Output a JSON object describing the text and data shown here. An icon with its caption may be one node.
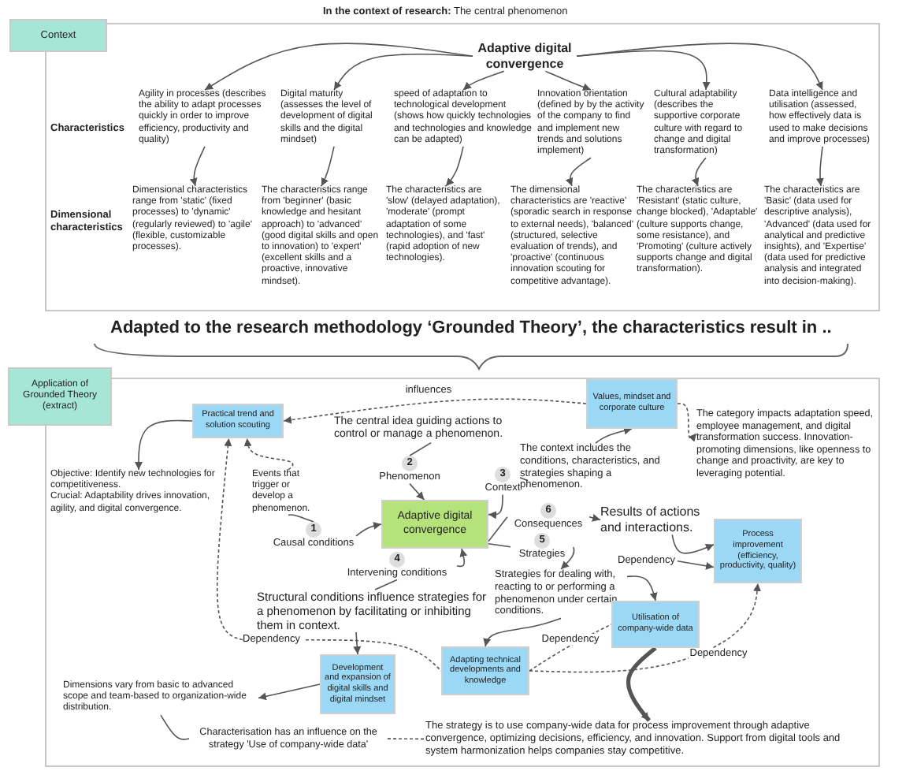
{
  "diagram": {
    "nodes": [
      {
        "text": [
          "Context"
        ]
      },
      {
        "text": [
          "Adaptive digital convergence"
        ]
      },
      {
        "text": [
          "Agility in processes (describes the ability to adapt processes quickly in order to improve efficiency, productivity and quality)"
        ]
      },
      {
        "text": [
          "Digital maturity (assesses the level of development of digital skills and the digital mindset)"
        ]
      },
      {
        "text": [
          "speed of adaptation to technological development (shows how quickly technologies and technologies and knowledge can be adapted)"
        ]
      },
      {
        "text": [
          "Innovation orientation (defined by by the activity of the company to find and implement new trends and solutions implement)"
        ]
      },
      {
        "text": [
          "Cultural adaptability (describes the supportive corporate culture with regard to change and digital transformation)"
        ]
      },
      {
        "text": [
          "Data intelligence and utilisation (assessed, how effectively data is used to make decisions and improve processes)"
        ]
      },
      {
        "text": [
          "Dimensional characteristics range from 'static' (fixed processes) to 'dynamic' (regularly reviewed) to 'agile' (flexible, customizable processes)."
        ]
      },
      {
        "text": [
          "The characteristics range from 'beginner' (basic knowledge and hesitant approach) to 'advanced' (good digital skills and open to innovation) to 'expert' (excellent skills and a proactive, innovative mindset)."
        ]
      },
      {
        "text": [
          "The characteristics are 'slow' (delayed adaptation), 'moderate' (prompt adaptation of some technologies), and 'fast' (rapid adoption of new technologies)."
        ]
      },
      {
        "text": [
          "The dimensional characteristics are 'reactive' (sporadic search in response to external needs), 'balanced' (structured, selective evaluation of trends), and 'proactive' (continuous innovation scouting for competitive advantage)."
        ]
      },
      {
        "text": [
          "The characteristics are 'Resistant' (static culture, change blocked), 'Adaptable' (culture supports change, some resistance), and 'Promoting' (culture actively supports change and digital transformation)."
        ]
      },
      {
        "text": [
          "The characteristics are 'Basic' (data used for descriptive analysis), 'Advanced' (data used for analytical and predictive insights), and 'Expertise' (data used for predictive analysis and integrated into decision-making)."
        ]
      },
      {
        "text": [
          "Application of Grounded Theory (extract)"
        ]
      },
      {
        "text": [
          "Practical trend and solution scouting"
        ]
      },
      {
        "text": [
          "Values, mindset and corporate culture"
        ]
      },
      {
        "text": [
          "The category impacts adaptation speed, employee management, and digital transformation success. Innovation-promoting dimensions, like openness to change and proactivity, are key to leveraging potential."
        ]
      },
      {
        "text": [
          "Objective: Identify new technologies for competitiveness.",
          "Crucial: Adaptability drives innovation, agility, and digital convergence."
        ]
      },
      {
        "text": [
          "The central idea guiding actions to control or manage a phenomenon."
        ]
      },
      {
        "text": [
          "Events that trigger or develop a phenomenon."
        ]
      },
      {
        "text": [
          "Adaptive digital convergence"
        ]
      },
      {
        "text": [
          "1",
          "Causal conditions"
        ]
      },
      {
        "text": [
          "2",
          "Phenomenon"
        ]
      },
      {
        "text": [
          "3",
          "Context"
        ]
      },
      {
        "text": [
          "The context includes the conditions, characteristics, and strategies shaping a phenomenon."
        ]
      },
      {
        "text": [
          "6",
          "Consequences"
        ]
      },
      {
        "text": [
          "Results of actions and interactions."
        ]
      },
      {
        "text": [
          "5",
          "Strategies"
        ]
      },
      {
        "text": [
          "4",
          "Intervening conditions"
        ]
      },
      {
        "text": [
          "Structural conditions influence strategies for a phenomenon by facilitating or inhibiting them in context."
        ]
      },
      {
        "text": [
          "Strategies for dealing with, reacting to or performing a phenomenon under certain conditions."
        ]
      },
      {
        "text": [
          "Process improvement (efficiency, productivity, quality)"
        ]
      },
      {
        "text": [
          "Dependency"
        ]
      },
      {
        "text": [
          "Utilisation of company-wide data"
        ]
      },
      {
        "text": [
          "Dependency"
        ]
      },
      {
        "text": [
          "Development and expansion of digital skills and digital mindset"
        ]
      },
      {
        "text": [
          "Adapting technical developments and knowledge"
        ]
      },
      {
        "text": [
          "Dimensions vary from basic to advanced scope and team-based to organization-wide distribution."
        ]
      },
      {
        "text": [
          "Characterisation has an influence on the strategy 'Use of company-wide data'"
        ]
      },
      {
        "text": [
          "The strategy is to use company-wide data for process improvement through adaptive convergence, optimizing decisions, efficiency, and innovation. Support from digital tools and system harmonization helps companies stay competitive."
        ]
      }
    ],
    "edges": [
      {
        "from": 1,
        "to": 2,
        "arrow": "to"
      },
      {
        "from": 1,
        "to": 3,
        "arrow": "to"
      },
      {
        "from": 1,
        "to": 4,
        "arrow": "to"
      },
      {
        "from": 1,
        "to": 5,
        "arrow": "to"
      },
      {
        "from": 1,
        "to": 6,
        "arrow": "to"
      },
      {
        "from": 1,
        "to": 7,
        "arrow": "to"
      },
      {
        "from": 2,
        "to": 8,
        "arrow": "to"
      },
      {
        "from": 3,
        "to": 9,
        "arrow": "to"
      },
      {
        "from": 4,
        "to": 10,
        "arrow": "to"
      },
      {
        "from": 5,
        "to": 11,
        "arrow": "to"
      },
      {
        "from": 6,
        "to": 12,
        "arrow": "to"
      },
      {
        "from": 7,
        "to": 13,
        "arrow": "to"
      },
      {
        "from": 16,
        "to": 15,
        "arrow": "to",
        "label": "influences",
        "style": "dashed"
      },
      {
        "from": 16,
        "to": 17,
        "arrow": "to",
        "style": "dashed"
      },
      {
        "from": 25,
        "to": 16,
        "arrow": "to"
      },
      {
        "from": 15,
        "to": 18,
        "arrow": "to"
      },
      {
        "from": 20,
        "to": 15,
        "arrow": "to",
        "style": "dashed"
      },
      {
        "from": 22,
        "to": 20,
        "arrow": "none"
      },
      {
        "from": 35,
        "to": 15,
        "arrow": "to",
        "style": "dashed"
      },
      {
        "from": 35,
        "to": 37,
        "arrow": "none",
        "style": "dashed"
      },
      {
        "from": 19,
        "to": 23,
        "arrow": "none"
      },
      {
        "from": 23,
        "to": 21,
        "arrow": "to"
      },
      {
        "from": 22,
        "to": 21,
        "arrow": "to"
      },
      {
        "from": 24,
        "to": 21,
        "arrow": "to"
      },
      {
        "from": 24,
        "to": 25,
        "arrow": "none"
      },
      {
        "from": 21,
        "to": 26,
        "arrow": "none"
      },
      {
        "from": 26,
        "to": 27,
        "arrow": "to"
      },
      {
        "from": 27,
        "to": 32,
        "arrow": "to"
      },
      {
        "from": 21,
        "to": 28,
        "arrow": "none"
      },
      {
        "from": 28,
        "to": 31,
        "arrow": "to"
      },
      {
        "from": 29,
        "to": 21,
        "arrow": "to"
      },
      {
        "from": 29,
        "to": 30,
        "arrow": "none"
      },
      {
        "from": 30,
        "to": 36,
        "arrow": "to"
      },
      {
        "from": 31,
        "to": 37,
        "arrow": "to"
      },
      {
        "from": 31,
        "to": 34,
        "arrow": "to"
      },
      {
        "from": 33,
        "to": 32,
        "arrow": "to"
      },
      {
        "from": 37,
        "to": 34,
        "arrow": "none",
        "label": "Dependency",
        "style": "dashed"
      },
      {
        "from": 37,
        "to": 32,
        "arrow": "to",
        "label": "Dependency",
        "style": "dashed"
      },
      {
        "from": 34,
        "to": 40,
        "arrow": "to",
        "style": "thick"
      },
      {
        "from": 36,
        "to": 38,
        "arrow": "to"
      },
      {
        "from": 39,
        "to": 40,
        "arrow": "none",
        "style": "dashed"
      },
      {
        "from": 38,
        "to": 39,
        "arrow": "none"
      }
    ],
    "labels": [
      "**In the context of research:** The central phenomenon",
      "Characteristics",
      "Dimensional characteristics",
      "Adapted to the research methodology ‘Grounded Theory’, the characteristics result in .."
    ]
  }
}
